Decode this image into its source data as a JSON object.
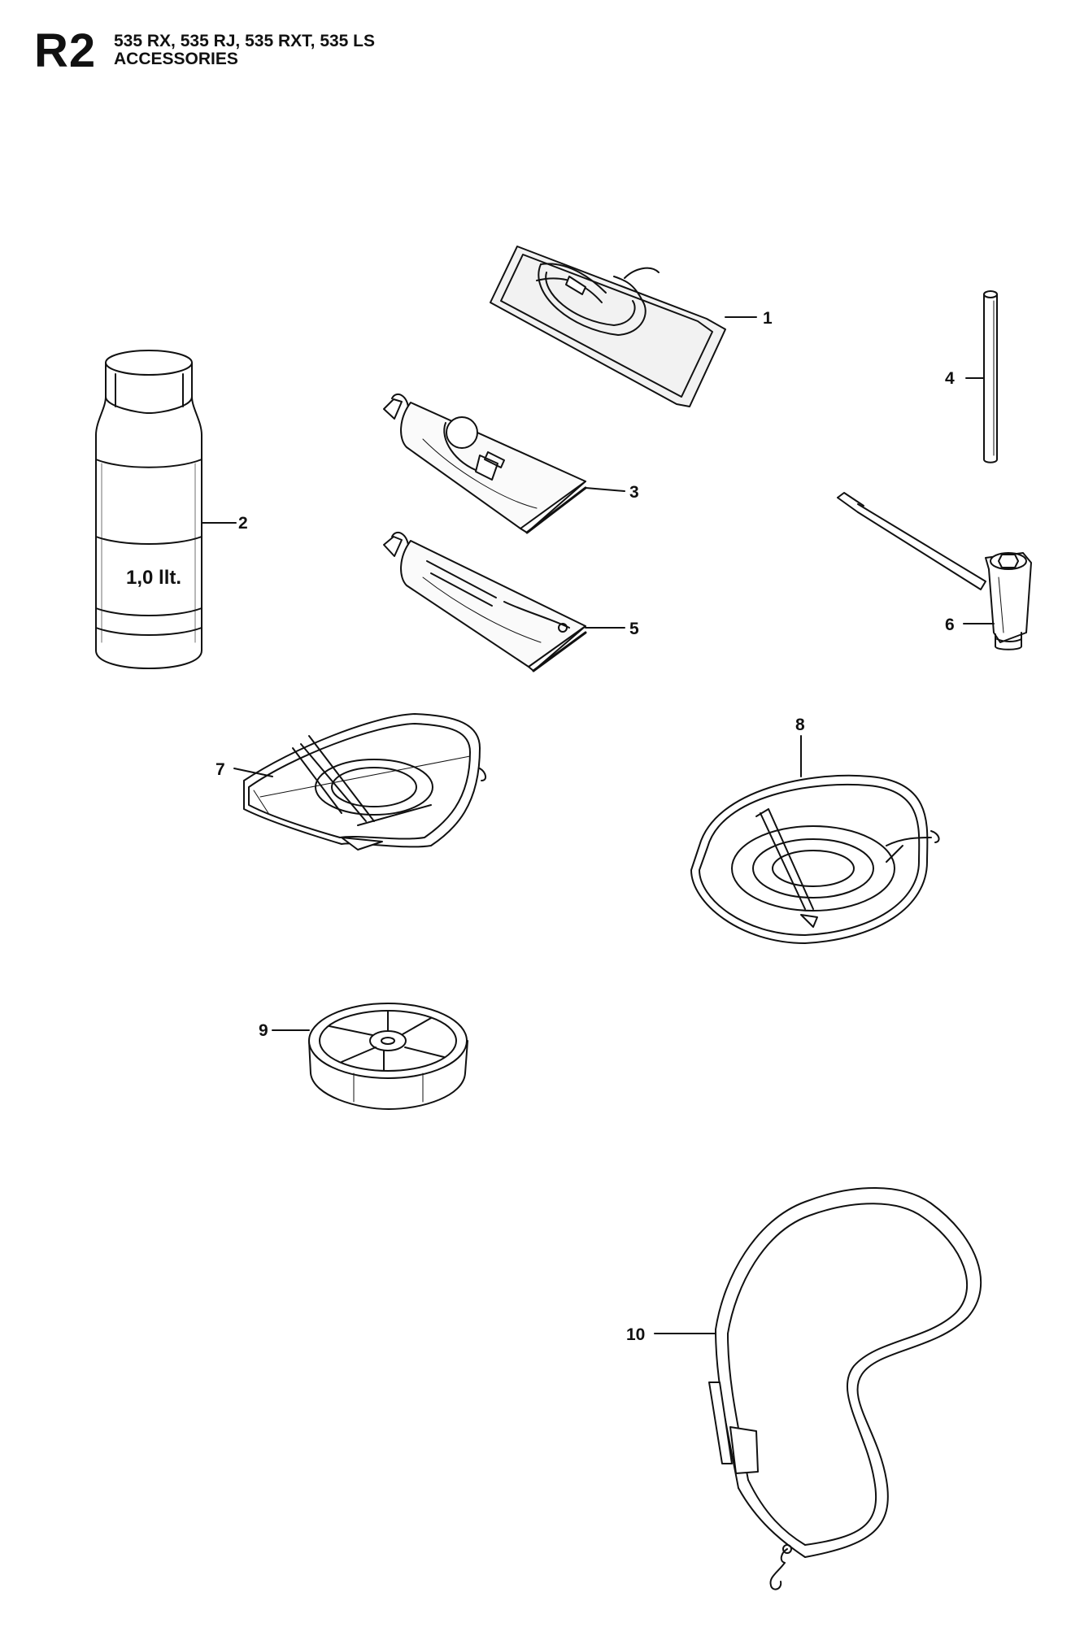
{
  "header": {
    "code": "R2",
    "models": "535 RX, 535 RJ, 535 RXT, 535 LS",
    "title": "ACCESSORIES"
  },
  "callouts": {
    "c1": "1",
    "c2": "2",
    "c3": "3",
    "c4": "4",
    "c5": "5",
    "c6": "6",
    "c7": "7",
    "c8": "8",
    "c9": "9",
    "c10": "10"
  },
  "bottle_label": "1,0 llt."
}
